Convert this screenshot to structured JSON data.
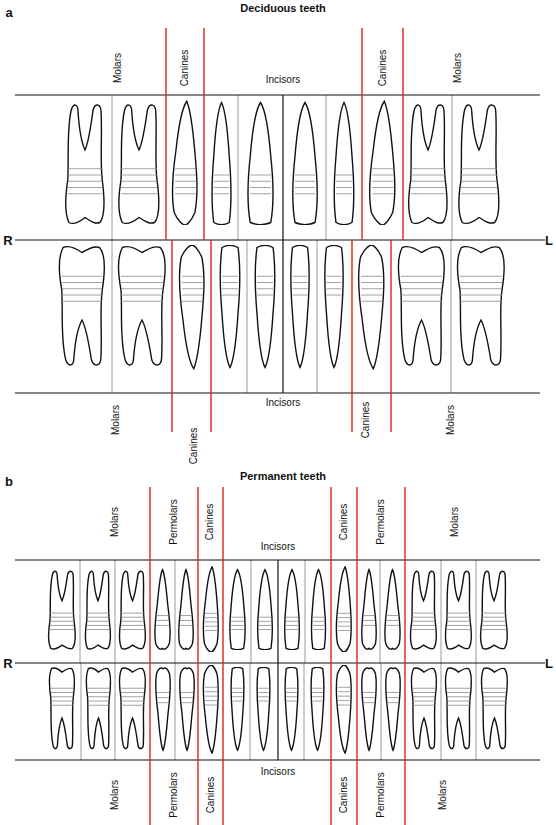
{
  "diagram": {
    "labels": [
      "Deciduous teeth",
      "a",
      "Molars",
      "Canines",
      "Incisors",
      "Canines",
      "Molars",
      "R",
      "L",
      "Molars",
      "Canines",
      "Incisors",
      "Canines",
      "Molars",
      "Permanent teeth",
      "b",
      "Molars",
      "Permolars",
      "Canines",
      "Incisors",
      "Canines",
      "Permolars",
      "Molars",
      "R",
      "L",
      "Molars",
      "Permolars",
      "Canines",
      "Incisors",
      "Canines",
      "Permolars",
      "Molars"
    ]
  }
}
